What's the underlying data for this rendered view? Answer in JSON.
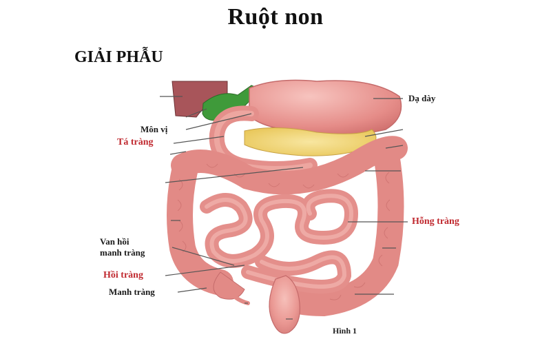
{
  "title": "Ruột non",
  "section_heading": "GIẢI PHẪU",
  "figure_caption": "Hình 1",
  "labels": {
    "stomach": "Dạ dày",
    "pylorus": "Môn vị",
    "duodenum": "Tá tràng",
    "jejunum": "Hỗng tràng",
    "ileocecal_valve_line1": "Van hồi",
    "ileocecal_valve_line2": "manh tràng",
    "ileum": "Hồi tràng",
    "cecum": "Manh tràng"
  },
  "colors": {
    "intestine": "#e8918f",
    "intestine_light": "#f3b3ad",
    "intestine_outline": "#c46a6a",
    "liver": "#a8555a",
    "gallbladder": "#3f9a3a",
    "pancreas": "#f0d77a",
    "highlight_label": "#c0292f",
    "leader_line": "#555555"
  }
}
